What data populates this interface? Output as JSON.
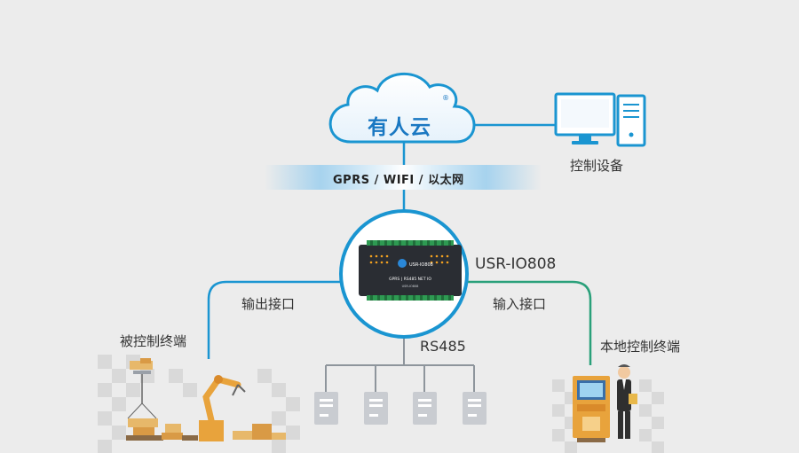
{
  "cloud": {
    "label": "有人云",
    "mark": "®"
  },
  "network": {
    "label": "GPRS / WIFI / 以太网"
  },
  "device": {
    "name": "USR-IO808",
    "panel_brand": "USR-IO808",
    "panel_title": "GPRS | RS485 NET IO",
    "panel_model": "USR-IO808"
  },
  "labels": {
    "control_device": "控制设备",
    "output_port": "输出接口",
    "input_port": "输入接口",
    "controlled_terminal": "被控制终端",
    "local_terminal": "本地控制终端",
    "rs485": "RS485"
  },
  "colors": {
    "blue": "#1a95d1",
    "green": "#2aa07a",
    "cloud_text": "#1a78c2",
    "server": "#c9ccd1"
  }
}
